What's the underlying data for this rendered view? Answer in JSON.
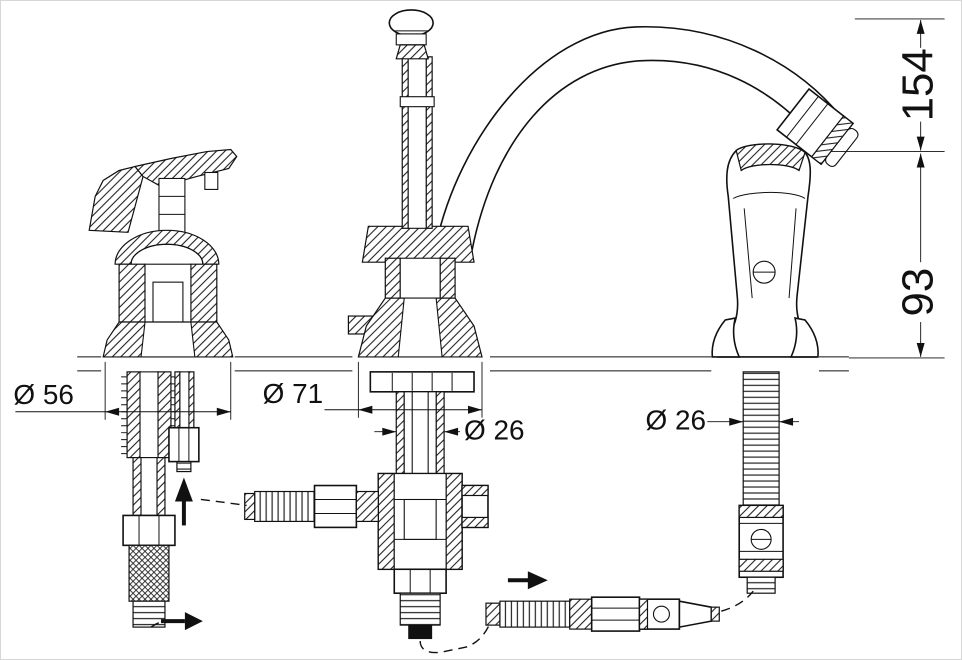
{
  "page": {
    "background": "#ffffff",
    "line_color": "#111111"
  },
  "dimensions": {
    "spout_height": "154",
    "handshower_height": "93",
    "left_valve_diameter": "Ø 56",
    "spout_base_diameter": "Ø 71",
    "riser_diameter": "Ø 26",
    "hose_diameter": "Ø 26"
  }
}
